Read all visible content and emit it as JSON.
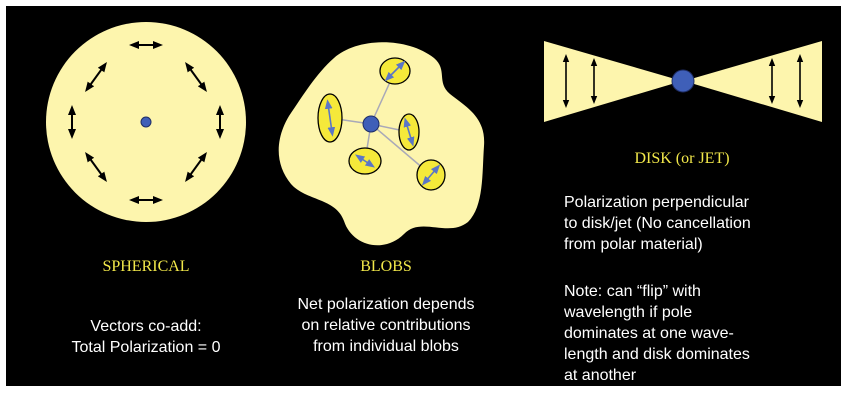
{
  "colors": {
    "background": "#000000",
    "fill": "#fdf5ad",
    "blob": "#f5e93a",
    "center": "#3f5fb8",
    "arrow": "#000000",
    "vector": "#5b76c6",
    "heading": "#f2e84a",
    "text": "#ffffff"
  },
  "spherical": {
    "title": "SPHERICAL",
    "lines": [
      "Vectors co-add:",
      "Total Polarization = 0"
    ]
  },
  "blobs": {
    "title": "BLOBS",
    "lines": [
      "Net polarization depends",
      "on relative contributions",
      "from individual blobs"
    ]
  },
  "disk": {
    "title": "DISK (or JET)",
    "lines_a": [
      "Polarization perpendicular",
      "to disk/jet (No cancellation",
      "from polar material)"
    ],
    "lines_b": [
      "Note: can “flip” with",
      "wavelength if pole",
      "dominates at one wave-",
      "length and disk dominates",
      "at another"
    ]
  }
}
